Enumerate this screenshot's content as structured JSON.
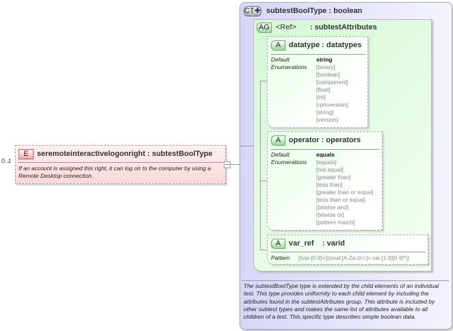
{
  "element": {
    "cardinality": "0..1",
    "badge": "E",
    "title": "seremoteinteractivelogonright : subtestBoolType",
    "description": "If an account is assigned this right, it can log on to the computer by using a Remote Desktop connection."
  },
  "complex_type": {
    "badge": "CT",
    "title": "subtestBoolType : boolean",
    "description": "The subtestBoolType type is extended by the child elements of an individual test.  This type provides uniformity to each child element by including the attributes found in the subtestAttributes group.  This attribute is included by other subtest types and makes the same list of attributes available to all children of a test.  This specific type describes simple boolean data."
  },
  "attribute_group": {
    "badge": "AG",
    "ref": "<Ref>",
    "name": ": subtestAttributes"
  },
  "attributes": [
    {
      "badge": "A",
      "title": "datatype : datatypes",
      "default_label": "Default",
      "default": "string",
      "enum_label": "Enumerations",
      "enumerations": [
        "[binary]",
        "[boolean]",
        "[component]",
        "[float]",
        "[int]",
        "[rpmversion]",
        "[string]",
        "[version]"
      ]
    },
    {
      "badge": "A",
      "title": "operator : operators",
      "default_label": "Default",
      "default": "equals",
      "enum_label": "Enumerations",
      "enumerations": [
        "[equals]",
        "[not equal]",
        "[greater than]",
        "[less than]",
        "[greater than or equal]",
        "[less than or equal]",
        "[bitwise and]",
        "[bitwise or]",
        "[pattern match]"
      ]
    },
    {
      "badge": "A",
      "title": "var_ref    : varid",
      "pattern_label": "Pattern",
      "pattern": "[(var-[0-9]+)|(oval:[A-Za-z\\-\\.]+:var:[1-9][0-9]*)]"
    }
  ],
  "colors": {
    "element_bg": "#fde0e0",
    "complex_type_bg": "#e4e4fa",
    "group_bg": "#e0fbe0"
  }
}
